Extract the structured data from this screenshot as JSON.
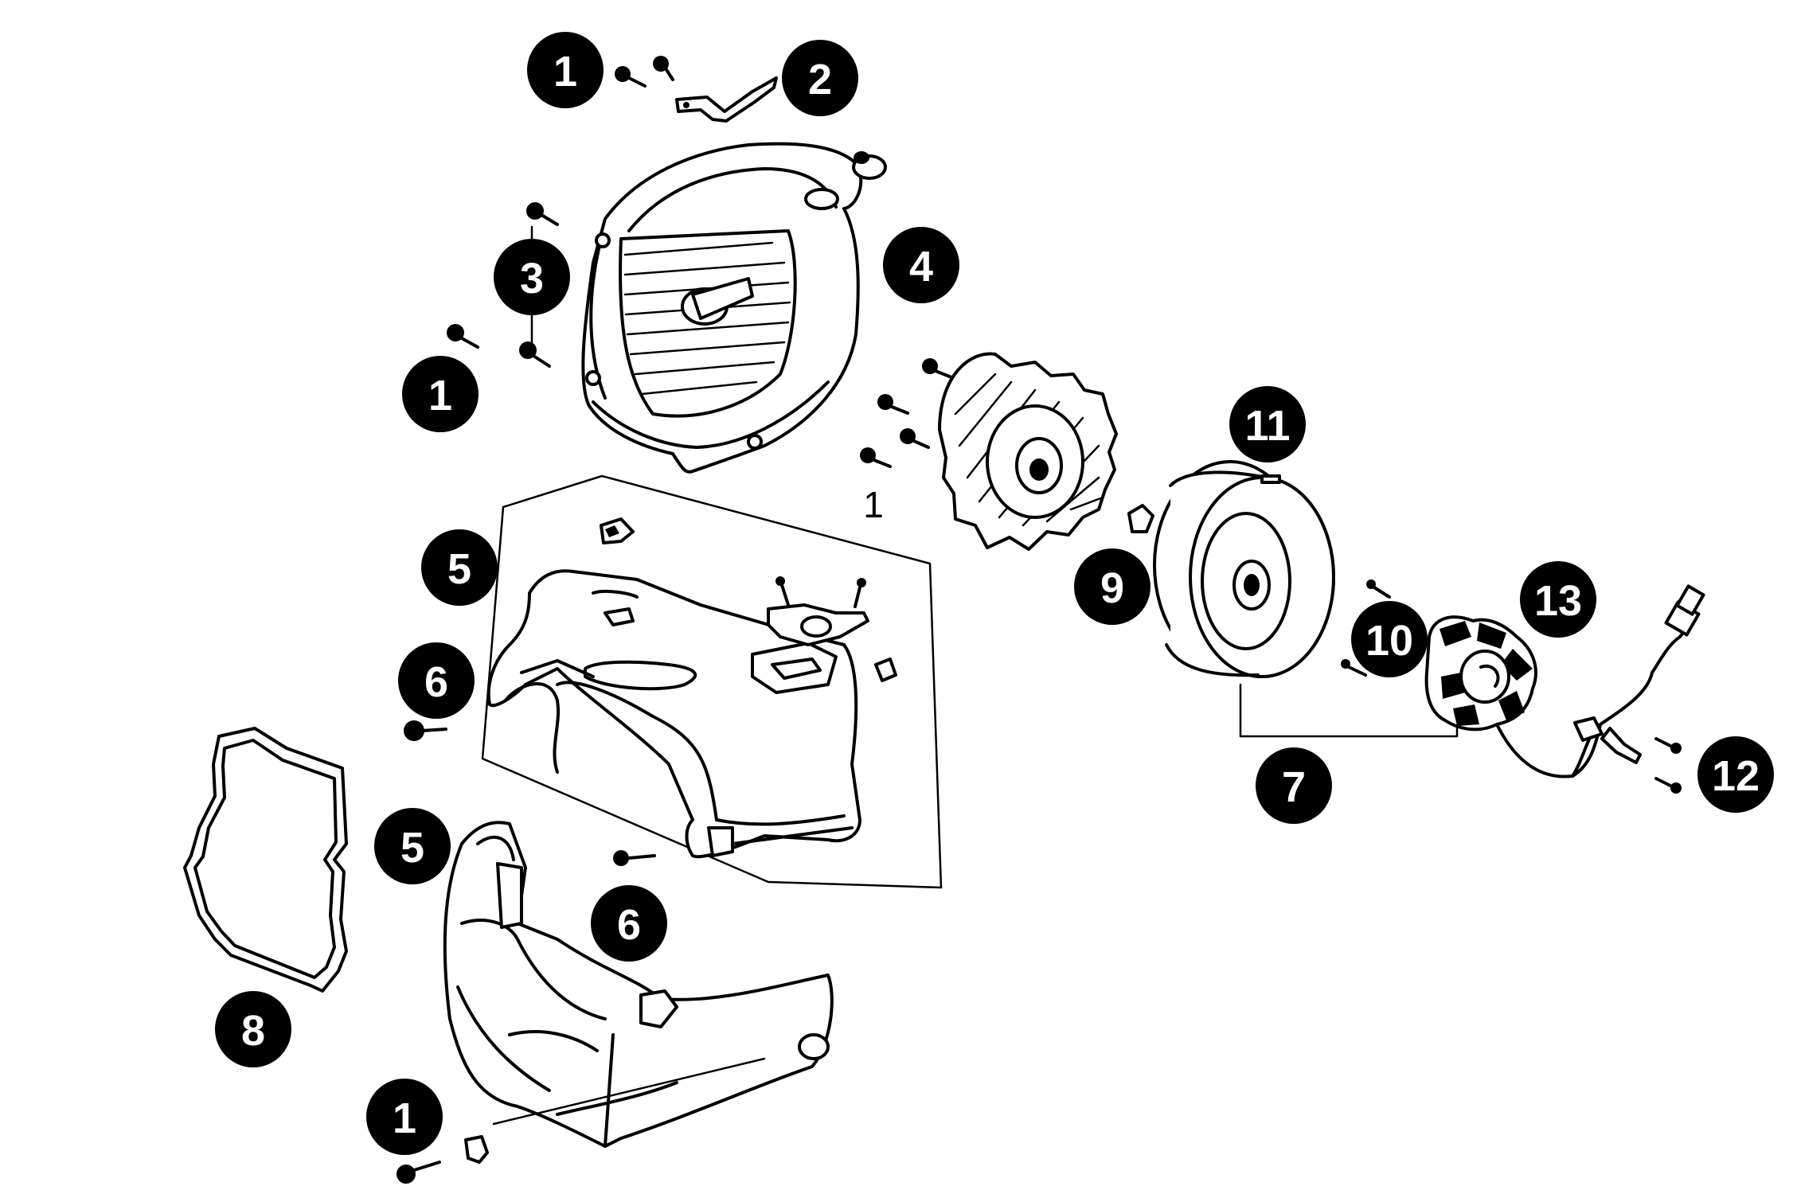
{
  "callouts": {
    "c1a": "1",
    "c2": "2",
    "c3": "3",
    "c4": "4",
    "c1b": "1",
    "c1c": "1",
    "c11": "11",
    "c5a": "5",
    "c9": "9",
    "c13": "13",
    "c6a": "6",
    "c10": "10",
    "c7": "7",
    "c12": "12",
    "c5b": "5",
    "c6b": "6",
    "c8": "8",
    "c1d": "1"
  },
  "colors": {
    "line": "#000000",
    "badge": "#000000",
    "badge_text": "#ffffff",
    "background": "#ffffff"
  }
}
